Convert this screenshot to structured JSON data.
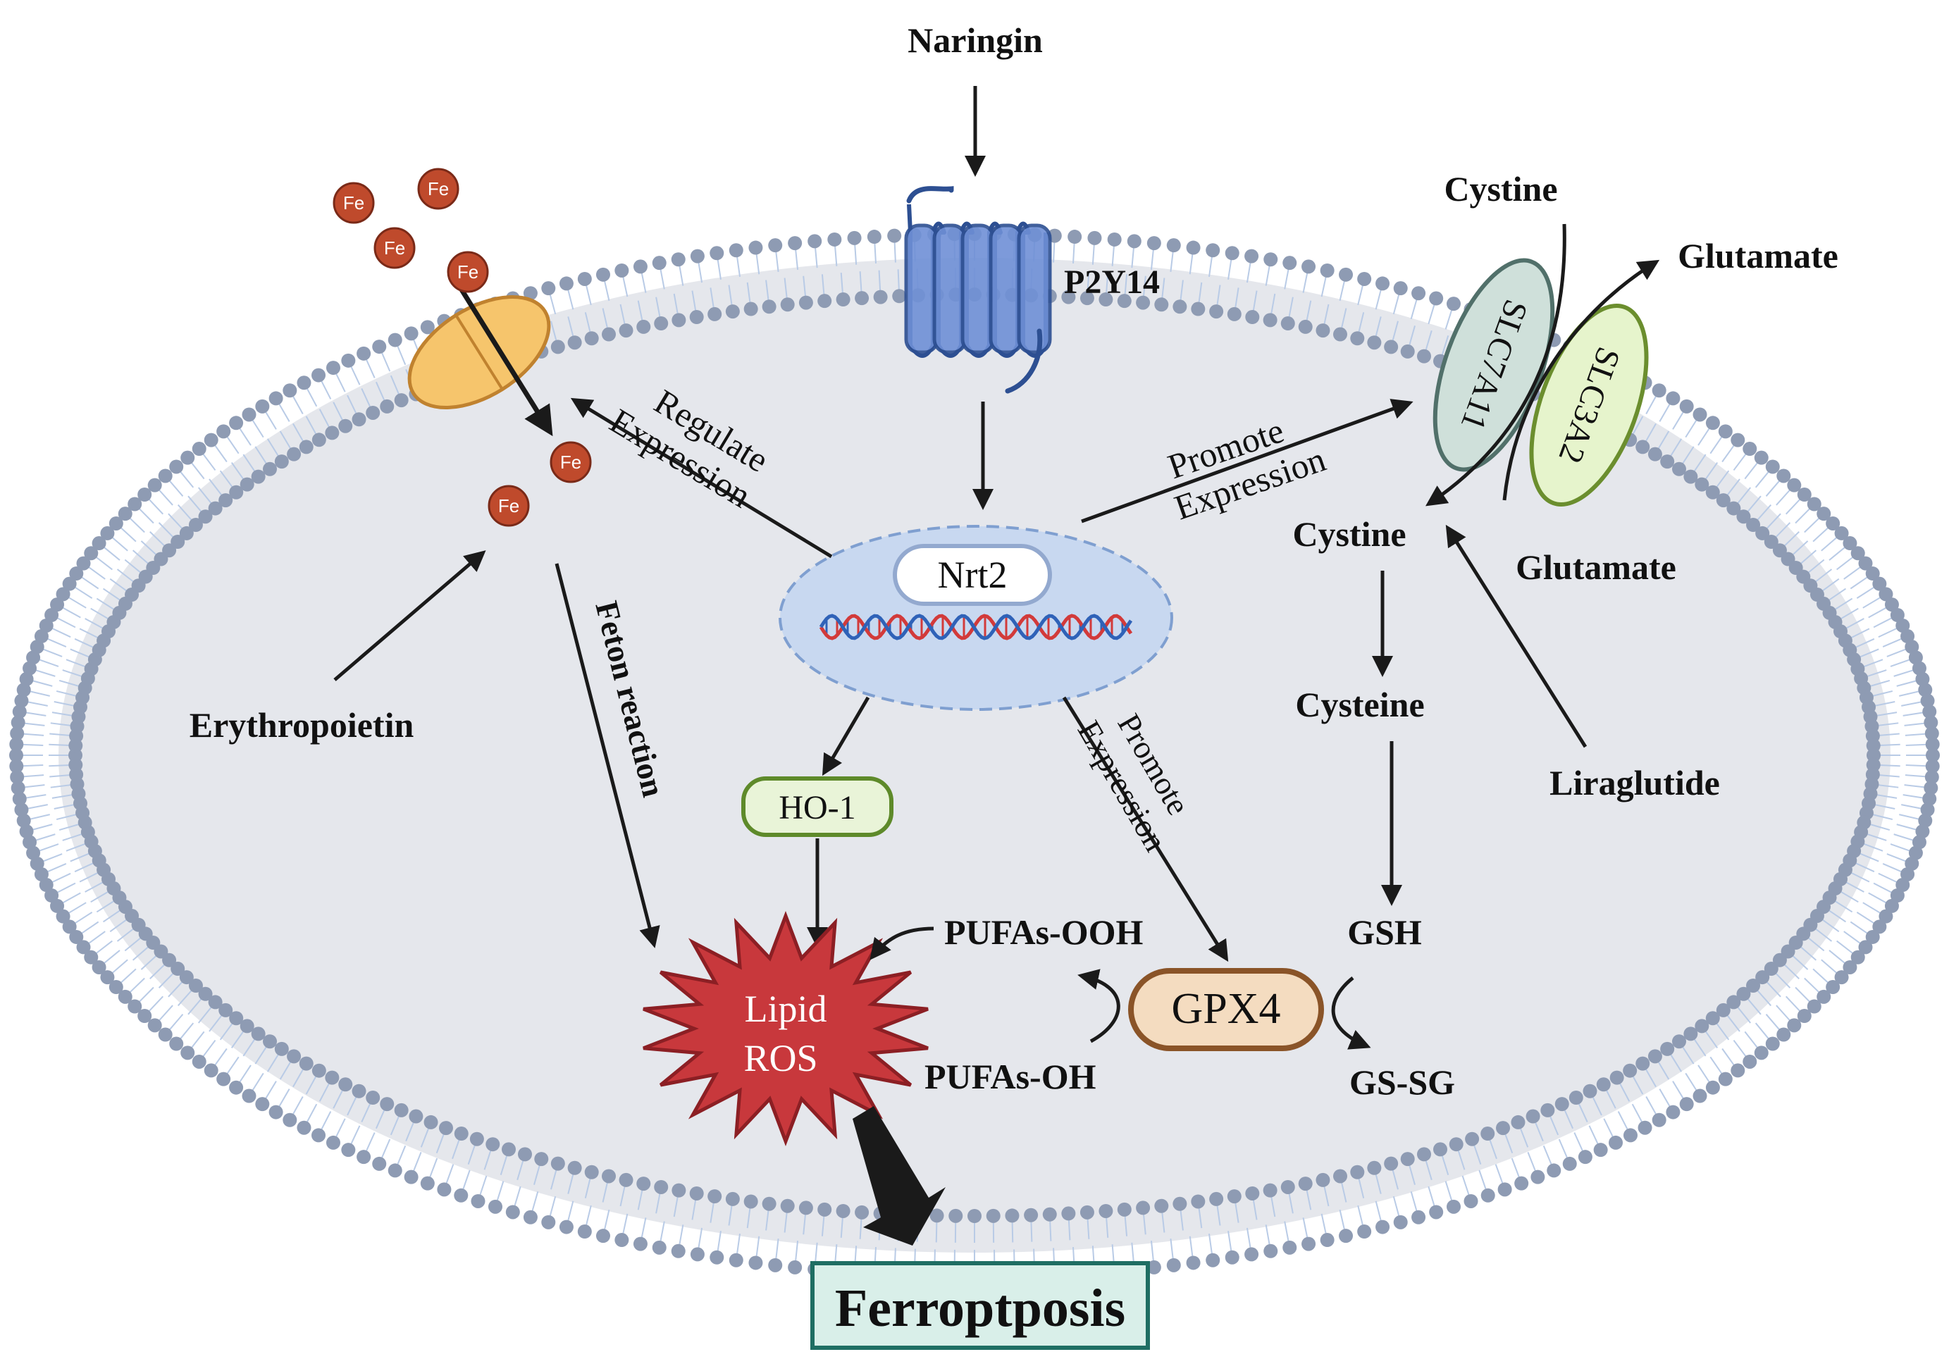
{
  "stimuli": {
    "naringin": "Naringin",
    "erythropoietin": "Erythropoietin",
    "liraglutide": "Liraglutide"
  },
  "receptor": {
    "label": "P2Y14"
  },
  "nucleus": {
    "label": "Nrt2"
  },
  "iron": {
    "symbol": "Fe"
  },
  "transporter": {
    "slc7a11": "SLC7A11",
    "slc3a2": "SLC3A2",
    "cystine_out": "Cystine",
    "glutamate_out": "Glutamate",
    "cystine_in": "Cystine",
    "glutamate_in": "Glutamate"
  },
  "edges": {
    "regulate_line1": "Regulate",
    "regulate_line2": "Expression",
    "promote_slc_line1": "Promote",
    "promote_slc_line2": "Expression",
    "promote_gpx_line1": "Promote",
    "promote_gpx_line2": "Expression",
    "fenton": "Feton reaction"
  },
  "metabolites": {
    "cysteine": "Cysteine",
    "gsh": "GSH",
    "gssg": "GS-SG",
    "pufas_ooh": "PUFAs-OOH",
    "pufas_oh": "PUFAs-OH"
  },
  "proteins": {
    "ho1": "HO-1",
    "gpx4": "GPX4"
  },
  "lipid_ros": {
    "line1": "Lipid",
    "line2": "ROS"
  },
  "outcome": {
    "label": "Ferroptposis"
  },
  "colors": {
    "membrane_bead": "#8e9bb3",
    "membrane_tail": "#b9cbe6",
    "cytoplasm": "#e5e7ec",
    "nucleus_fill": "#c8d8f0",
    "receptor": "#4466aa",
    "iron_fill": "#bf4a2c",
    "channel_fill": "#f6c56c",
    "slc7a11_fill": "#cfe0da",
    "slc3a2_fill": "#e6f4cc",
    "ho1_fill": "#e9f4d8",
    "gpx4_fill": "#f4dcc0",
    "gpx4_stroke": "#8a5428",
    "ros_fill": "#c8383c",
    "outcome_fill": "#d9efe9",
    "outcome_stroke": "#1f6e63"
  }
}
